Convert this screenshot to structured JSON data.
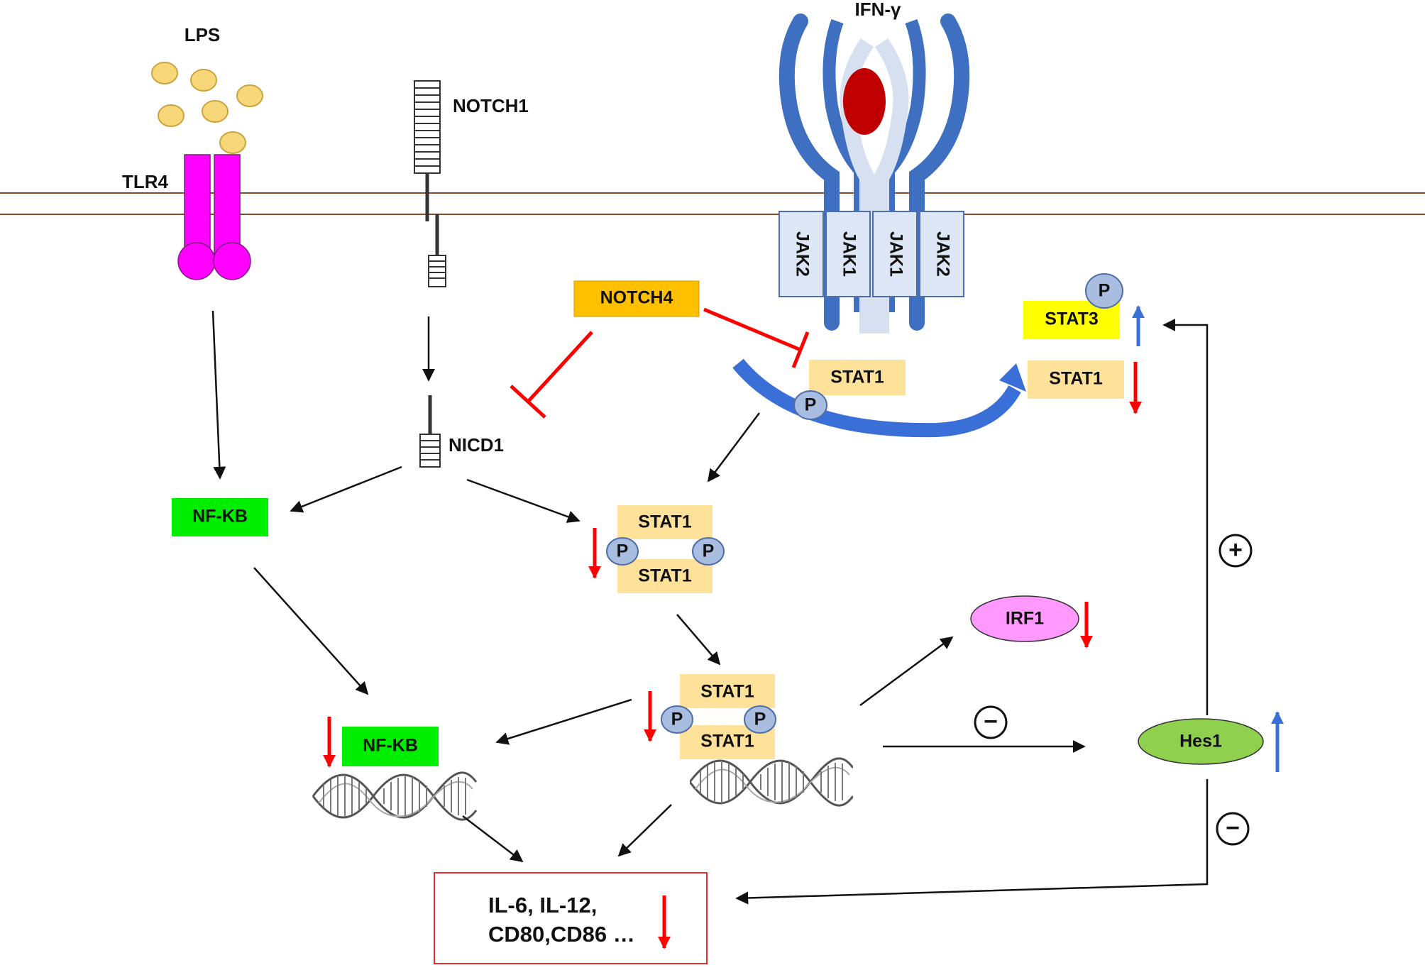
{
  "labels": {
    "lps": "LPS",
    "tlr4": "TLR4",
    "notch1": "NOTCH1",
    "nicd1": "NICD1",
    "ifng": "IFN-γ",
    "jak2_left": "JAK2",
    "jak1_left": "JAK1",
    "jak1_right": "JAK1",
    "jak2_right": "JAK2",
    "notch4": "NOTCH4",
    "stat1_receptor": "STAT1",
    "p_receptor": "P",
    "stat3": "STAT3",
    "p_stat3": "P",
    "stat1_right": "STAT1",
    "nfkb_top": "NF-KB",
    "nfkb_bottom": "NF-KB",
    "stat1_dimer_top_a": "STAT1",
    "stat1_dimer_top_b": "STAT1",
    "p_dimer_top_left": "P",
    "p_dimer_top_right": "P",
    "stat1_dimer_dna_a": "STAT1",
    "stat1_dimer_dna_b": "STAT1",
    "p_dimer_dna_left": "P",
    "p_dimer_dna_right": "P",
    "irf1": "IRF1",
    "hes1": "Hes1",
    "minus_hes1": "−",
    "plus_feedback": "+",
    "minus_feedback": "−",
    "output_line1": "IL-6, IL-12,",
    "output_line2": "CD80,CD86 …"
  },
  "colors": {
    "membrane": "#8b4a2b",
    "tlr4": "#ff00ff",
    "lps": "#f7d77a",
    "receptor_dark": "#3f6fc0",
    "receptor_light": "#d6e0f0",
    "ifng_core": "#c00000",
    "jak_fill": "#dde6f4",
    "notch4": "#ffc000",
    "stat1": "#ffe29a",
    "stat3": "#ffff00",
    "nfkb": "#00ee00",
    "irf1": "#ff99ff",
    "hes1": "#8fd14f",
    "phospho": "#a9bde0",
    "down_arrow": "#ff0000",
    "up_arrow": "#3a6fd8",
    "inhibit": "#ff0000",
    "output_border": "#e03030"
  }
}
